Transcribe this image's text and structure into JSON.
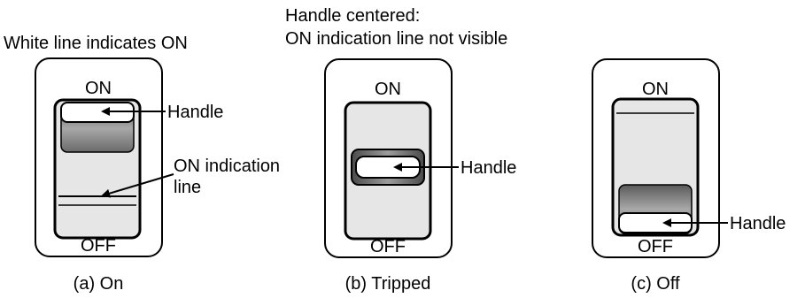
{
  "panel_a": {
    "note": "White line indicates ON",
    "on_label": "ON",
    "off_label": "OFF",
    "handle_label": "Handle",
    "line_label_1": "ON indication",
    "line_label_2": "line",
    "caption": "(a) On"
  },
  "panel_b": {
    "note_line_1": "Handle centered:",
    "note_line_2": "ON indication line not visible",
    "on_label": "ON",
    "off_label": "OFF",
    "handle_label": "Handle",
    "caption": "(b) Tripped"
  },
  "panel_c": {
    "on_label": "ON",
    "off_label": "OFF",
    "handle_label": "Handle",
    "caption": "(c) Off"
  }
}
